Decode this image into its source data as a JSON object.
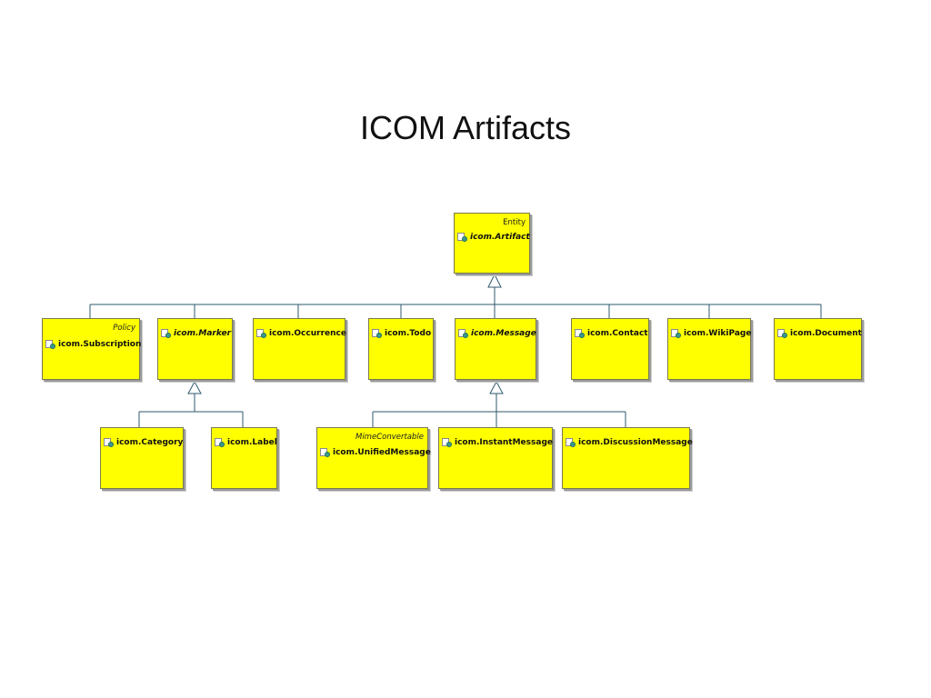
{
  "title": "ICOM Artifacts",
  "classes": {
    "artifact": {
      "stereotype": "Entity",
      "name": "icom.Artifact"
    },
    "subscription": {
      "stereotype": "Policy",
      "name": "icom.Subscription"
    },
    "marker": {
      "name": "icom.Marker"
    },
    "occurrence": {
      "name": "icom.Occurrence"
    },
    "todo": {
      "name": "icom.Todo"
    },
    "message": {
      "name": "icom.Message"
    },
    "contact": {
      "name": "icom.Contact"
    },
    "wikipage": {
      "name": "icom.WikiPage"
    },
    "document": {
      "name": "icom.Document"
    },
    "category": {
      "name": "icom.Category"
    },
    "label": {
      "name": "icom.Label"
    },
    "unifiedmessage": {
      "stereotype": "MimeConvertable",
      "name": "icom.UnifiedMessage"
    },
    "instantmessage": {
      "name": "icom.InstantMessage"
    },
    "discussionmessage": {
      "name": "icom.DiscussionMessage"
    }
  },
  "icons": {
    "class": "class-icon",
    "inheritance": "hollow-triangle-arrow"
  },
  "colors": {
    "box_fill": "#ffff00",
    "box_border": "#7a7a50",
    "connector": "#2f5a6e"
  }
}
